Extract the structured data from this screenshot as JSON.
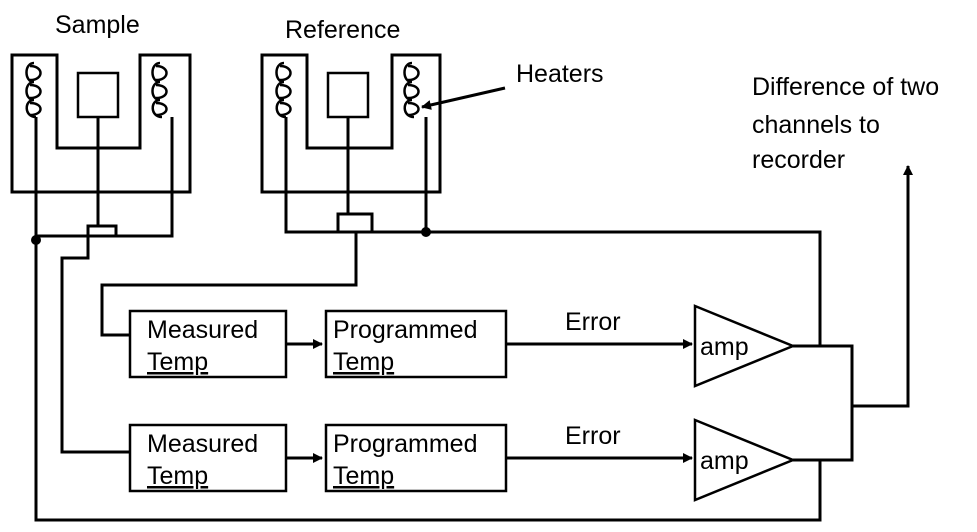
{
  "diagram": {
    "labels": {
      "sample": "Sample",
      "reference": "Reference",
      "heaters": "Heaters",
      "output_line1": "Difference of two",
      "output_line2": "channels to",
      "output_line3": "recorder"
    },
    "channels": [
      {
        "measured_line1": "Measured",
        "measured_line2": "Temp",
        "programmed_line1": "Programmed",
        "programmed_line2": "Temp",
        "error_label": "Error",
        "amp_label": "amp"
      },
      {
        "measured_line1": "Measured",
        "measured_line2": "Temp",
        "programmed_line1": "Programmed",
        "programmed_line2": "Temp",
        "error_label": "Error",
        "amp_label": "amp"
      }
    ]
  }
}
